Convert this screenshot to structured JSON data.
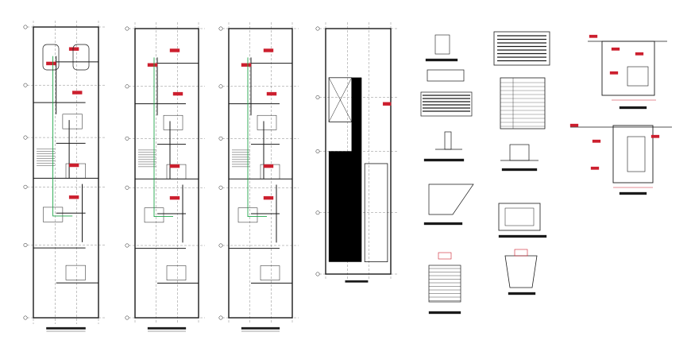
{
  "drawing": {
    "plans": [
      {
        "id": "plan-1",
        "has_cars": true,
        "has_red_notes": true
      },
      {
        "id": "plan-2",
        "has_cars": false,
        "has_red_notes": true
      },
      {
        "id": "plan-3",
        "has_cars": false,
        "has_red_notes": true
      },
      {
        "id": "plan-4",
        "has_cars": false,
        "has_red_notes": false
      }
    ],
    "colors": {
      "line": "#1a1a1a",
      "annotation": "#cc1f2e",
      "piping": "#1fa64a",
      "hatch": "#000000",
      "background": "#ffffff"
    },
    "icons": [
      "north-arrow-icon",
      "car-icon",
      "stair-icon",
      "manhole-icon"
    ]
  }
}
